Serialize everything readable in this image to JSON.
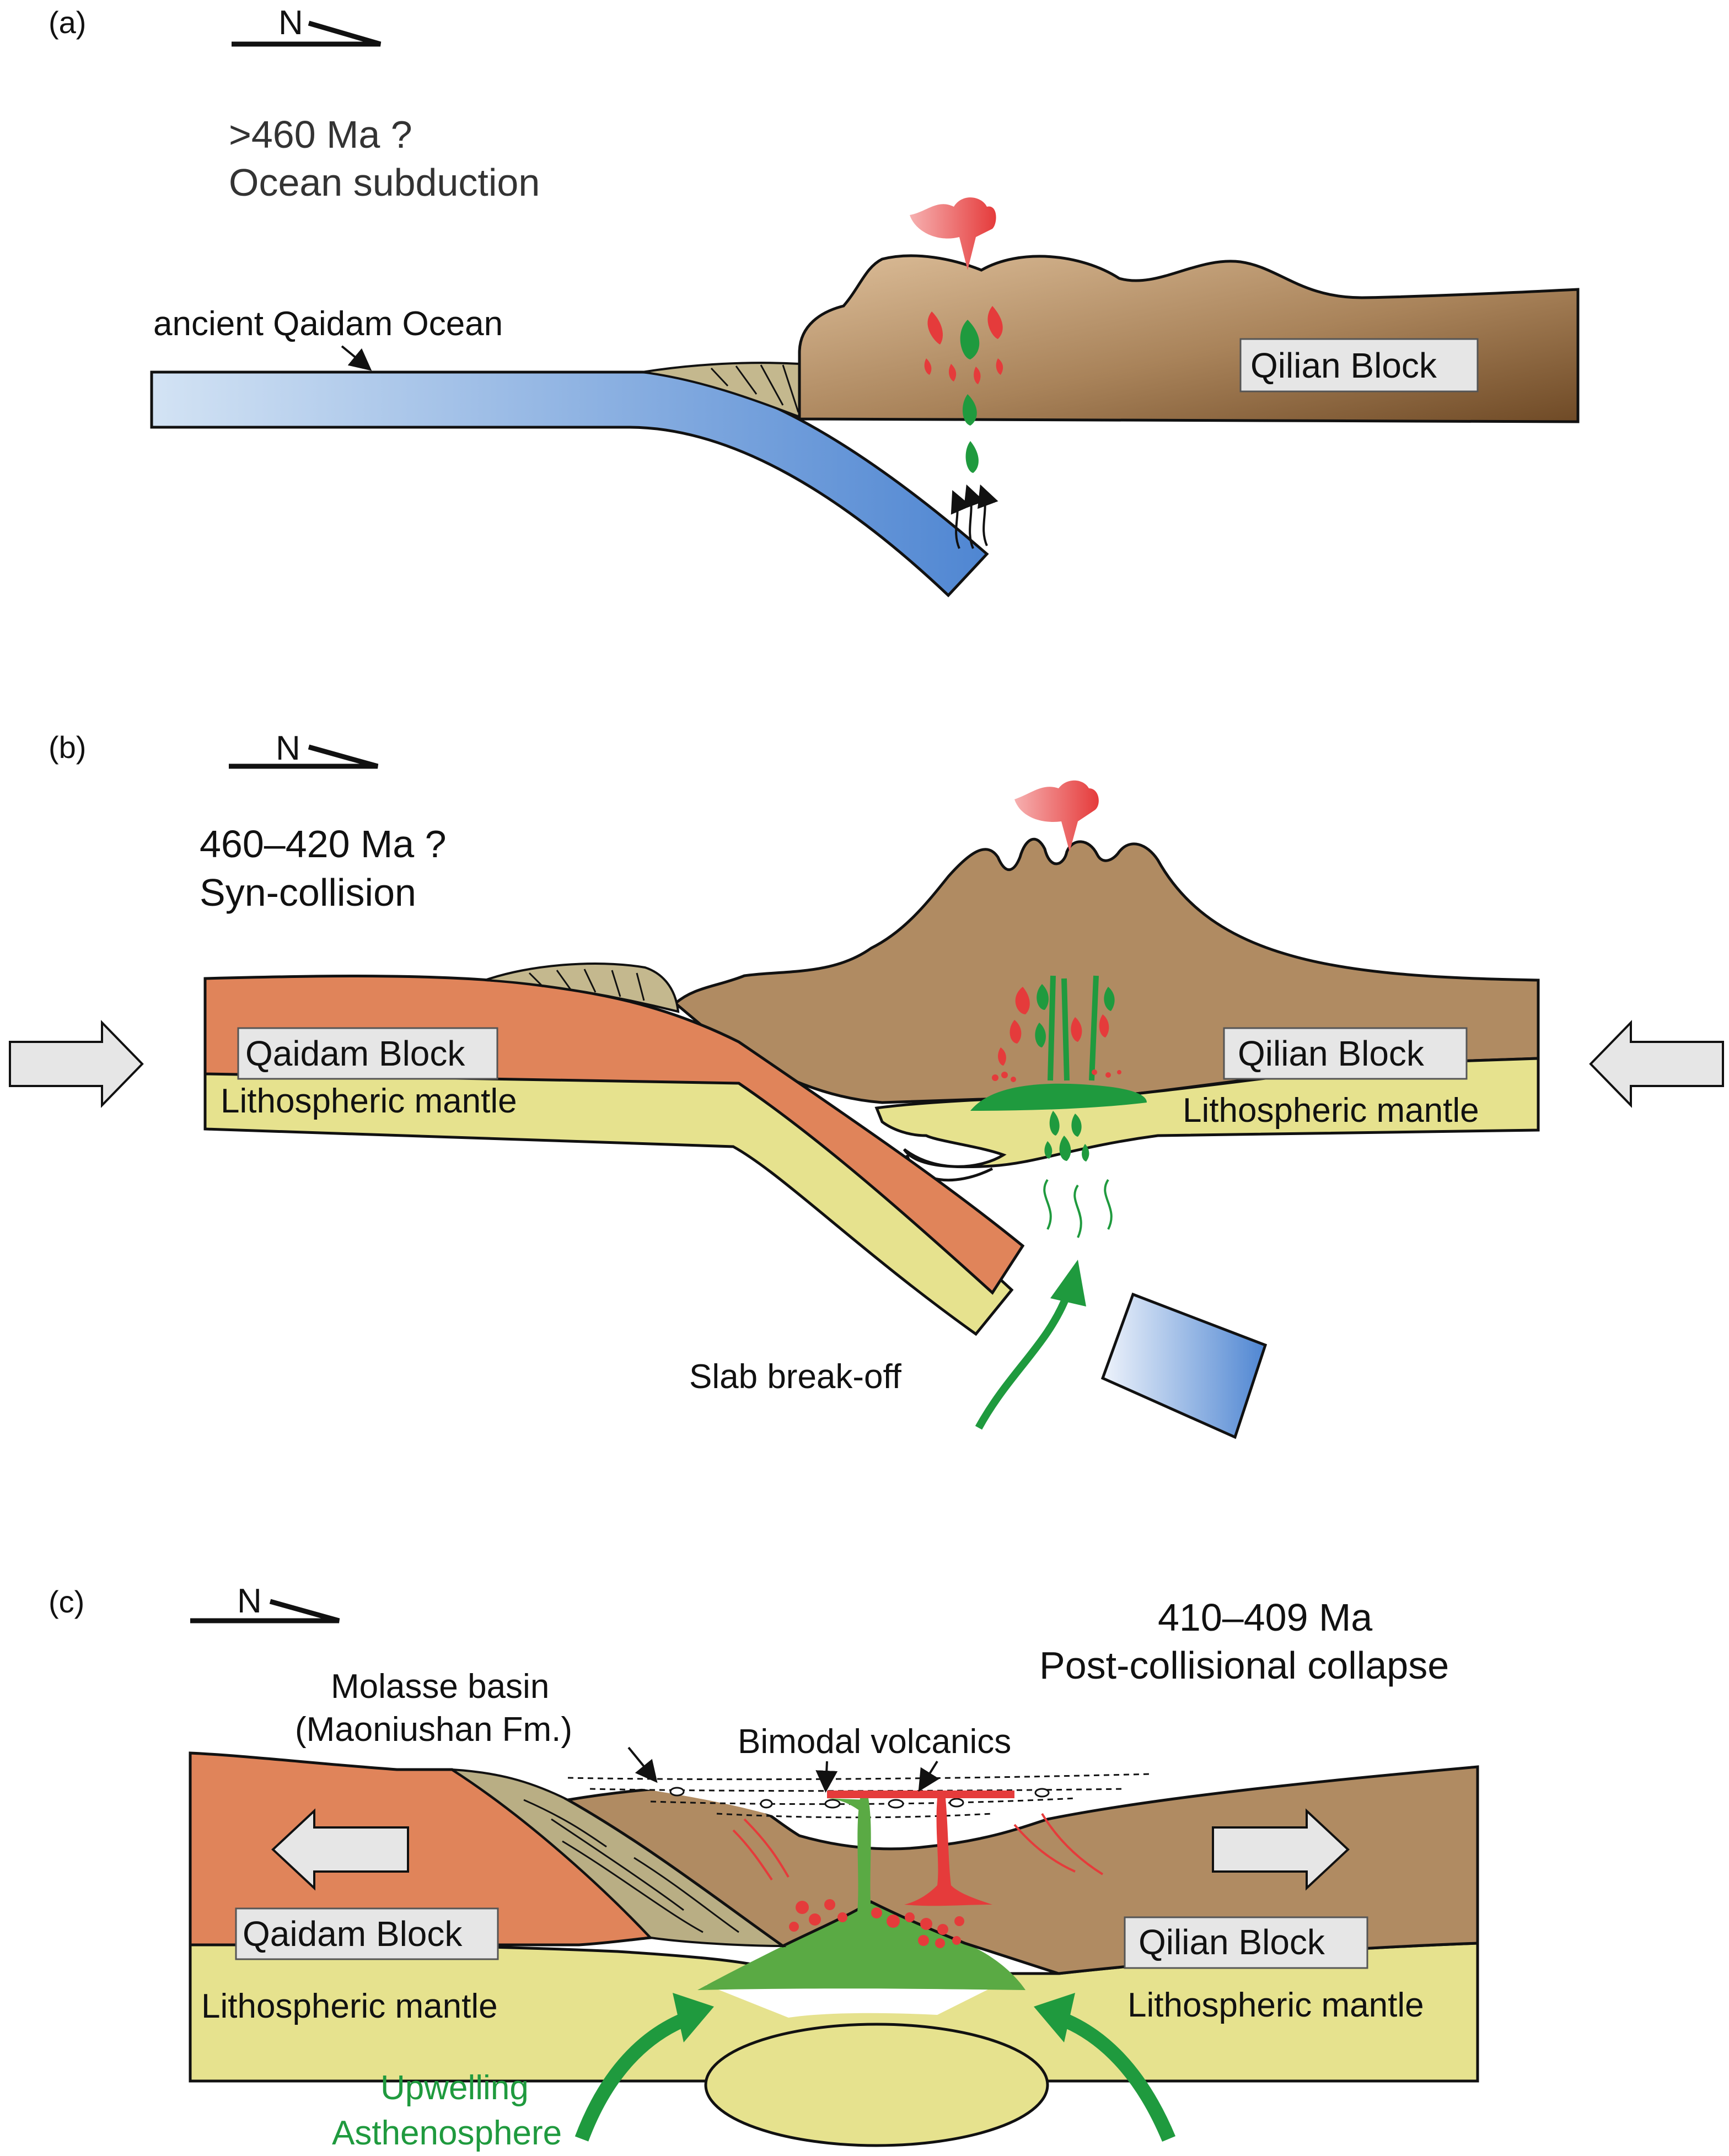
{
  "figure": {
    "colors": {
      "ocean_light": "#cfe0f2",
      "ocean_dark": "#5b8fd6",
      "qilian_light": "#d7b690",
      "qilian_dark": "#7a5530",
      "qilian_mid": "#b08b62",
      "qaidam": "#e0845a",
      "mantle": "#e6e28e",
      "sediment": "#c4b88e",
      "magma_red": "#e53b3b",
      "magma_green": "#1f9a3e",
      "magma_green_light": "#5aaa44",
      "arrow_fill": "#e6e6e6"
    },
    "panels": [
      {
        "tag": "(a)",
        "north": "N",
        "age": ">460 Ma ?",
        "stage": "Ocean subduction",
        "labels": {
          "ocean": "ancient Qaidam Ocean",
          "block": "Qilian Block"
        },
        "icons": [
          "north-arrow-icon",
          "volcano-plume-icon",
          "magma-drop-icon",
          "fluid-arrow-icon"
        ]
      },
      {
        "tag": "(b)",
        "north": "N",
        "age": "460–420 Ma ?",
        "stage": "Syn-collision",
        "labels": {
          "left_block": "Qaidam Block",
          "left_mantle": "Lithospheric mantle",
          "right_block": "Qilian Block",
          "right_mantle": "Lithospheric mantle",
          "breakoff": "Slab break-off"
        },
        "icons": [
          "north-arrow-icon",
          "compression-arrow-icon",
          "volcano-plume-icon",
          "upwelling-arrow-icon"
        ]
      },
      {
        "tag": "(c)",
        "north": "N",
        "age": "410–409 Ma",
        "stage": "Post-collisional collapse",
        "labels": {
          "basin_line1": "Molasse basin",
          "basin_line2": "(Maoniushan Fm.)",
          "volcanics": "Bimodal volcanics",
          "left_block": "Qaidam Block",
          "left_mantle": "Lithospheric mantle",
          "right_block": "Qilian Block",
          "right_mantle": "Lithospheric mantle",
          "upwelling_line1": "Upwelling",
          "upwelling_line2": "Asthenosphere"
        },
        "icons": [
          "north-arrow-icon",
          "extension-arrow-icon",
          "upwelling-arrow-icon"
        ]
      }
    ]
  }
}
